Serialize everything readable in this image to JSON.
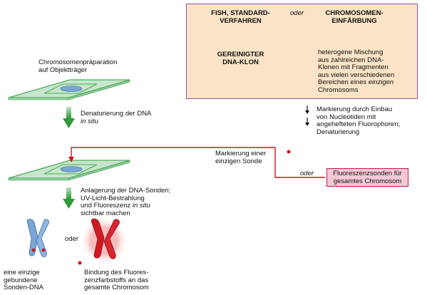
{
  "top_box": {
    "method_left": "FISH, STANDARD-\nVERFAHREN",
    "oder": "oder",
    "method_right": "CHROMOSOMEN-\nEINFÄRBUNG",
    "result_left": "GEREINIGTER\nDNA-KLON",
    "result_right_lines": [
      "heterogene Mischung",
      "aus zahlreichen DNA-",
      "Klonen mit Fragmenten",
      "aus vielen verschiedenen"
    ],
    "result_right_prefix": "Bereichen eines ",
    "result_right_emph": "einzigen",
    "result_right_last": "Chromosoms"
  },
  "left_flow": {
    "prep_label": "Chromosomenpräparation\nauf Objektträger",
    "step1_line1": "Denaturierung der DNA",
    "step1_line2": "in situ",
    "step2_line1": "Anlagerung der DNA-Sonden;",
    "step2_line2": "UV-Licht-Bestrahlung",
    "step2_line3_prefix": "und Fluoreszenz ",
    "step2_line3_emph": "in situ",
    "step2_line4": "sichtbar machen",
    "result_oder": "oder",
    "result_single": "eine einzige\ngebundene\nSonden-DNA",
    "result_whole": "Bindung des Fluores-\nzenzfarbstoffs an das\ngesamte Chromosom"
  },
  "right_flow": {
    "labeling": "Markierung durch Einbau\nvon Nucleotiden mit\nangehefteten Fluorophoren;\nDenaturierung",
    "single_probe": "Markierung einer\neinzigen Sonde",
    "oder": "oder",
    "whole_probe": "Fluoreszenzsonden für\ngesamtes Chromosom"
  },
  "colors": {
    "box_fill": "#fbe3c8",
    "box_border": "#8e4fa3",
    "probe_fill": "#f6c8d4",
    "connector_red": "#d0151f",
    "green_arrow": "#2e9a3a",
    "slide_green": "#c7e6cc",
    "chromosome_blue": "#7aa6d6",
    "chromosome_red": "#cf1a22"
  },
  "icons": [
    "down-arrow-icon",
    "slide-icon",
    "chromosome-icon",
    "dot-icon"
  ]
}
